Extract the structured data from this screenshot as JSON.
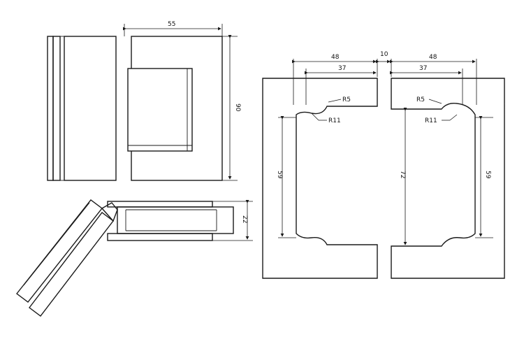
{
  "colors": {
    "line": "#1a1a1a",
    "background": "#ffffff"
  },
  "front_view": {
    "width_label": "55",
    "height_label": "90"
  },
  "angled_view": {
    "thickness_label": "22"
  },
  "cutout_view": {
    "left_width_label": "48",
    "left_inner_label": "37",
    "gap_label": "10",
    "right_width_label": "48",
    "right_inner_label": "37",
    "left_small_radius_label": "R5",
    "left_large_radius_label": "R11",
    "right_small_radius_label": "R5",
    "right_large_radius_label": "R11",
    "left_height_label": "59",
    "center_height_label": "72",
    "right_height_label": "59"
  }
}
